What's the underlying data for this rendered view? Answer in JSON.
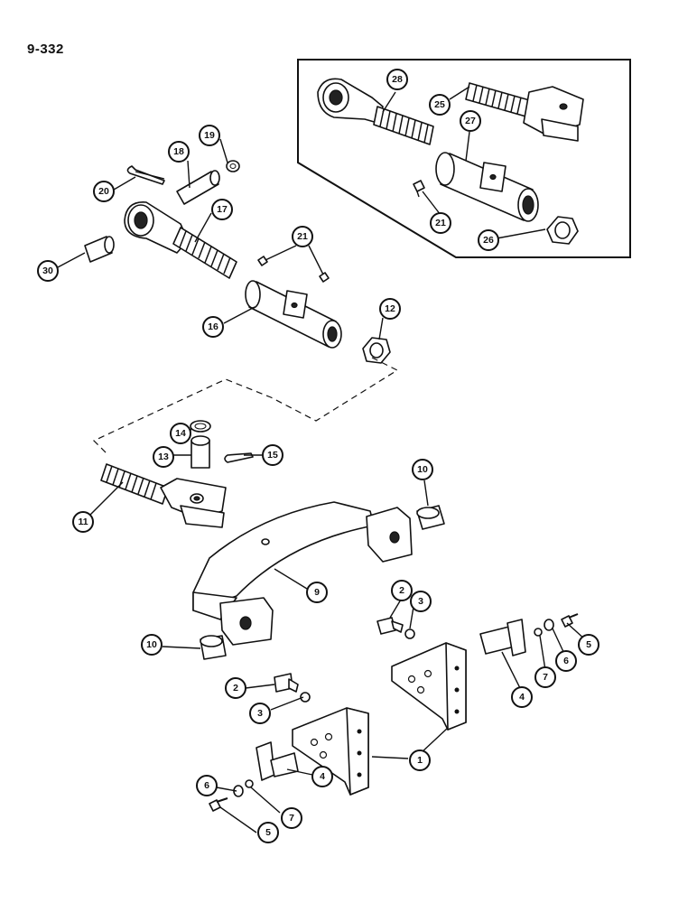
{
  "page_number": "9-332",
  "callouts": [
    {
      "id": "c28",
      "label": "28"
    },
    {
      "id": "c25",
      "label": "25"
    },
    {
      "id": "c27",
      "label": "27"
    },
    {
      "id": "c21a",
      "label": "21"
    },
    {
      "id": "c26",
      "label": "26"
    },
    {
      "id": "c18",
      "label": "18"
    },
    {
      "id": "c19",
      "label": "19"
    },
    {
      "id": "c20",
      "label": "20"
    },
    {
      "id": "c17",
      "label": "17"
    },
    {
      "id": "c30",
      "label": "30"
    },
    {
      "id": "c21b",
      "label": "21"
    },
    {
      "id": "c16",
      "label": "16"
    },
    {
      "id": "c12",
      "label": "12"
    },
    {
      "id": "c14",
      "label": "14"
    },
    {
      "id": "c13",
      "label": "13"
    },
    {
      "id": "c15",
      "label": "15"
    },
    {
      "id": "c10a",
      "label": "10"
    },
    {
      "id": "c11",
      "label": "11"
    },
    {
      "id": "c9",
      "label": "9"
    },
    {
      "id": "c2a",
      "label": "2"
    },
    {
      "id": "c3a",
      "label": "3"
    },
    {
      "id": "c5a",
      "label": "5"
    },
    {
      "id": "c10b",
      "label": "10"
    },
    {
      "id": "c6a",
      "label": "6"
    },
    {
      "id": "c7a",
      "label": "7"
    },
    {
      "id": "c4a",
      "label": "4"
    },
    {
      "id": "c2b",
      "label": "2"
    },
    {
      "id": "c3b",
      "label": "3"
    },
    {
      "id": "c1",
      "label": "1"
    },
    {
      "id": "c6b",
      "label": "6"
    },
    {
      "id": "c4b",
      "label": "4"
    },
    {
      "id": "c7b",
      "label": "7"
    },
    {
      "id": "c5b",
      "label": "5"
    }
  ]
}
